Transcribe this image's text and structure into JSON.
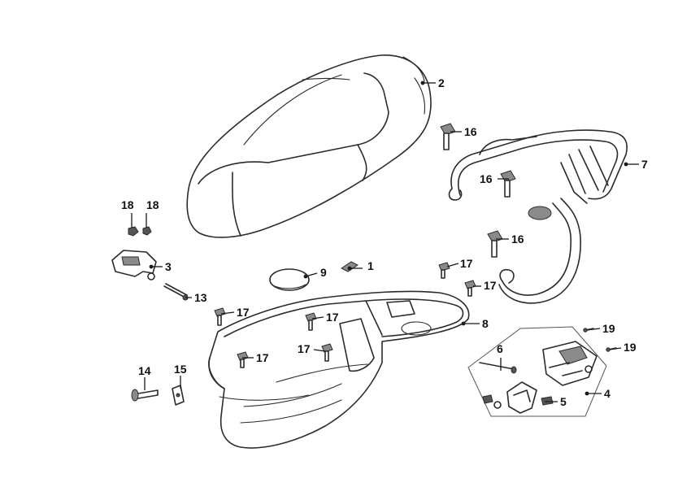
{
  "callouts": {
    "c1": "1",
    "c2": "2",
    "c3": "3",
    "c4": "4",
    "c5": "5",
    "c6": "6",
    "c7": "7",
    "c8": "8",
    "c9": "9",
    "c13": "13",
    "c14": "14",
    "c15": "15",
    "c16a": "16",
    "c16b": "16",
    "c16c": "16",
    "c17a": "17",
    "c17b": "17",
    "c17c": "17",
    "c17d": "17",
    "c17e": "17",
    "c17f": "17",
    "c18a": "18",
    "c18b": "18",
    "c19a": "19",
    "c19b": "19"
  }
}
